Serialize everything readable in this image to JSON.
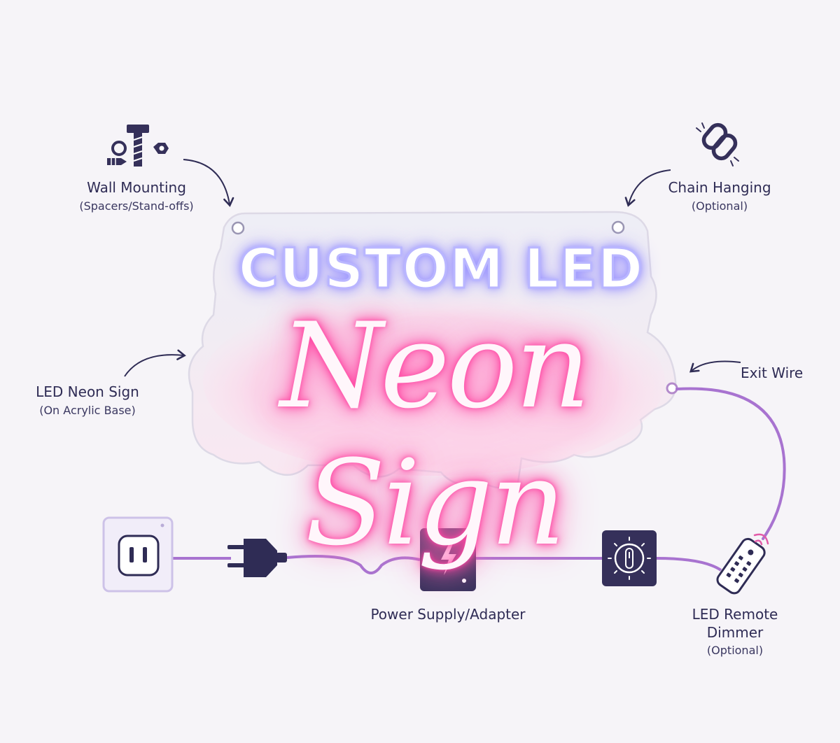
{
  "sign": {
    "line1": "CUSTOM LED",
    "line2": "Neon Sign"
  },
  "labels": {
    "wall_mounting": {
      "title": "Wall Mounting",
      "sub": "(Spacers/Stand-offs)"
    },
    "chain_hanging": {
      "title": "Chain Hanging",
      "sub": "(Optional)"
    },
    "led_neon_sign": {
      "title": "LED Neon Sign",
      "sub": "(On Acrylic Base)"
    },
    "exit_wire": {
      "title": "Exit Wire"
    },
    "power_supply": {
      "title": "Power Supply/Adapter"
    },
    "remote_dimmer": {
      "title_line1": "LED Remote",
      "title_line2": "Dimmer",
      "sub": "(Optional)"
    }
  },
  "icons": {
    "wall_mounting": "screws-and-bolts-icon",
    "chain_hanging": "chain-link-icon",
    "wall_outlet": "wall-outlet-icon",
    "plug": "power-plug-icon",
    "power_supply": "lightning-adapter-icon",
    "dimmer": "dimmer-knob-icon",
    "remote": "remote-control-icon"
  },
  "colors": {
    "background": "#f6f4f8",
    "ink": "#2f2c55",
    "cable": "#a873d0",
    "neon_pink": "#ff3d9d",
    "neon_blue": "#a8a4ff"
  }
}
